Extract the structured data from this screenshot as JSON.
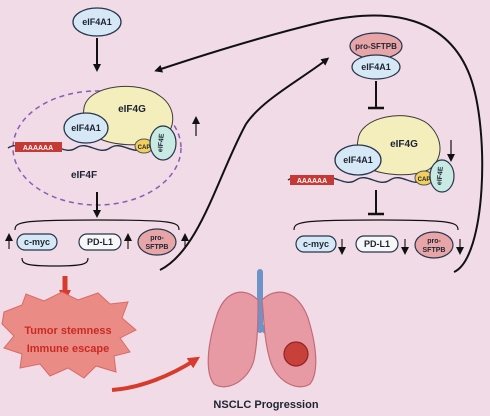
{
  "left_panel": {
    "eif4a1_top": "eIF4A1",
    "complex": {
      "eif4g": "eIF4G",
      "eif4a1": "eIF4A1",
      "cap": "CAP",
      "eif4e": "eIF4E",
      "polyA": "AAAAAA",
      "name": "eIF4F"
    },
    "targets": [
      "c-myc",
      "PD-L1",
      "pro-\nSFTPB"
    ],
    "outcomes": [
      "Tumor stemness",
      "Immune escape"
    ]
  },
  "right_panel": {
    "pro_sftpb": "pro-SFTPB",
    "eif4a1": "eIF4A1",
    "complex": {
      "eif4g": "eIF4G",
      "eif4a1": "eIF4A1",
      "cap": "CAP",
      "eif4e": "eIF4E",
      "polyA": "AAAAAA"
    },
    "targets": [
      "c-myc",
      "PD-L1",
      "pro-\nSFTPB"
    ]
  },
  "bottom_label": "NSCLC Progression",
  "colors": {
    "background": "#f1dbe6",
    "eif4a1_fill": "#d6e8f5",
    "eif4g_fill": "#f3eebb",
    "eif4e_fill": "#c9e9e3",
    "cap_fill": "#f1cf5f",
    "polyA_fill": "#c53a34",
    "pro_sftpb_fill": "#e8a5a7",
    "red_arrow": "#d63b2c",
    "dashed_border": "#8a5db5",
    "lung": "#e89aa4",
    "trachea": "#6e93c9"
  }
}
